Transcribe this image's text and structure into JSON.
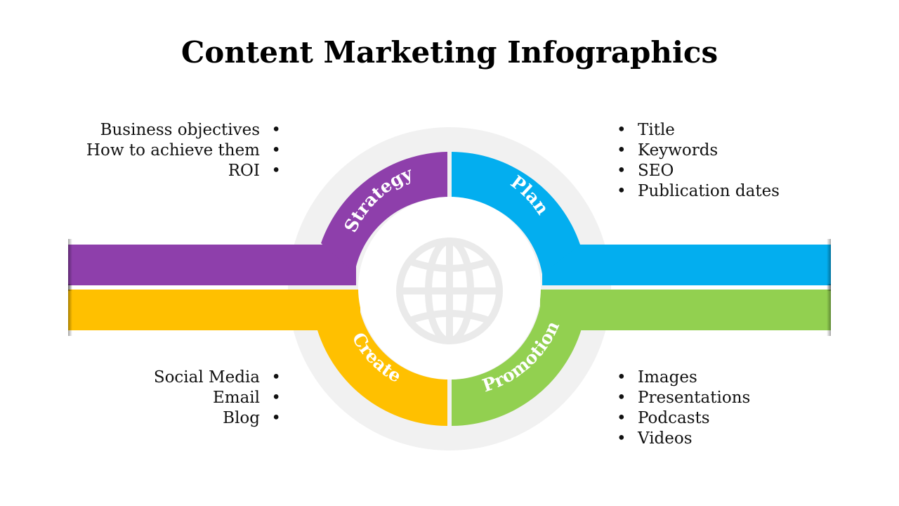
{
  "title": "Content Marketing Infographics",
  "segments": [
    {
      "key": "strategy",
      "label": "Strategy",
      "color": "#8E3FAB",
      "items": [
        "Business objectives",
        "How to achieve them",
        "ROI"
      ]
    },
    {
      "key": "plan",
      "label": "Plan",
      "color": "#03AEEF",
      "items": [
        "Title",
        "Keywords",
        "SEO",
        "Publication dates"
      ]
    },
    {
      "key": "create",
      "label": "Create",
      "color": "#FFC000",
      "items": [
        "Social Media",
        "Email",
        "Blog"
      ]
    },
    {
      "key": "promotion",
      "label": "Promotion",
      "color": "#92D050",
      "items": [
        "Images",
        "Presentations",
        "Podcasts",
        "Videos"
      ]
    }
  ],
  "center_icon": "globe-icon",
  "ring_color": "#F1F1F1",
  "icon_color": "#EAEAEA"
}
